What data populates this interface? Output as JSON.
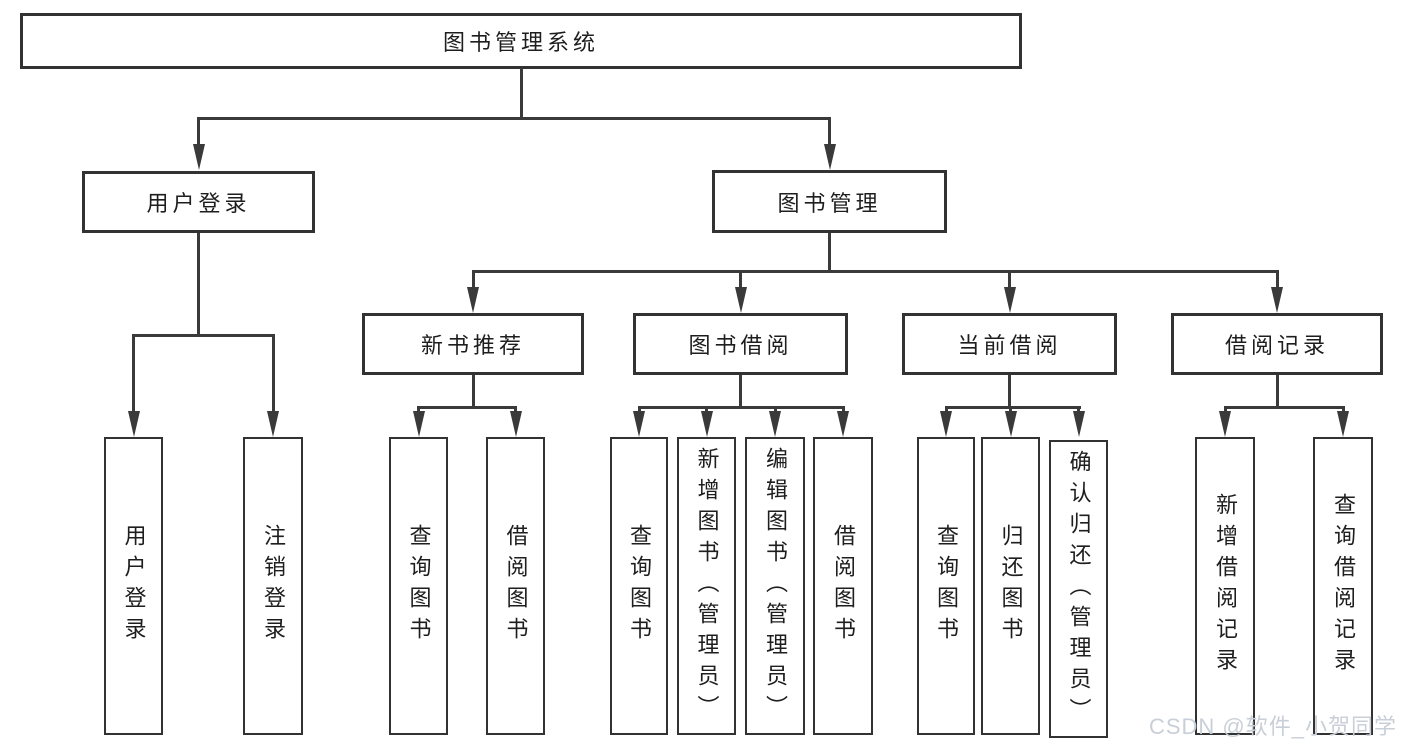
{
  "tree": {
    "root_label": "图书管理系统",
    "branches": [
      {
        "label": "用户登录",
        "leaves": [
          "用户登录",
          "注销登录"
        ]
      },
      {
        "label": "图书管理",
        "sections": [
          {
            "label": "新书推荐",
            "leaves": [
              "查询图书",
              "借阅图书"
            ]
          },
          {
            "label": "图书借阅",
            "leaves": [
              "查询图书",
              "新增图书（管理员）",
              "编辑图书（管理员）",
              "借阅图书"
            ]
          },
          {
            "label": "当前借阅",
            "leaves": [
              "查询图书",
              "归还图书",
              "确认归还（管理员）"
            ]
          },
          {
            "label": "借阅记录",
            "leaves": [
              "新增借阅记录",
              "查询借阅记录"
            ]
          }
        ]
      }
    ]
  },
  "watermark": "CSDN @软件_小贺同学",
  "colors": {
    "background": "#ffffff",
    "box_border": "#323232",
    "connector_line": "#3a3a3a",
    "text": "#1e1e1e",
    "watermark_text": "#c9cfd8"
  }
}
